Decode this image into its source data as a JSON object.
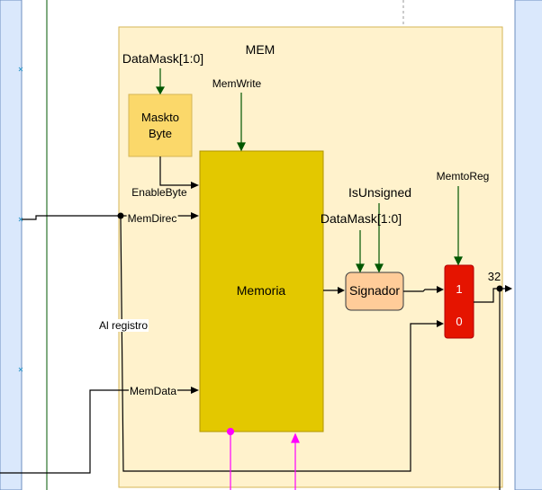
{
  "stage": {
    "title": "MEM"
  },
  "blocks": {
    "mask_to_byte": {
      "line1": "Maskto",
      "line2": "Byte"
    },
    "memoria": {
      "label": "Memoria"
    },
    "signador": {
      "label": "Signador"
    },
    "mux": {
      "in1": "1",
      "in0": "0"
    }
  },
  "signals": {
    "data_mask_top": "DataMask[1:0]",
    "mem_write": "MemWrite",
    "enable_byte": "EnableByte",
    "mem_direc": "MemDirec",
    "mem_data": "MemData",
    "al_registro": "Al registro",
    "is_unsigned": "IsUnsigned",
    "data_mask_mid": "DataMask[1:0]",
    "memto_reg": "MemtoReg",
    "bus_width": "32"
  },
  "colors": {
    "stage_fill": "#fff2cc",
    "stage_border": "#d6b656",
    "memoria_fill": "#e3c800",
    "memoria_border": "#b09500",
    "mask_fill": "#fbd86a",
    "mask_border": "#d6b656",
    "signador_fill": "#ffcc99",
    "mux_fill": "#e51400",
    "control_line": "#005700",
    "magenta": "#ff00ff",
    "blue_panel": "#dae8fc"
  }
}
